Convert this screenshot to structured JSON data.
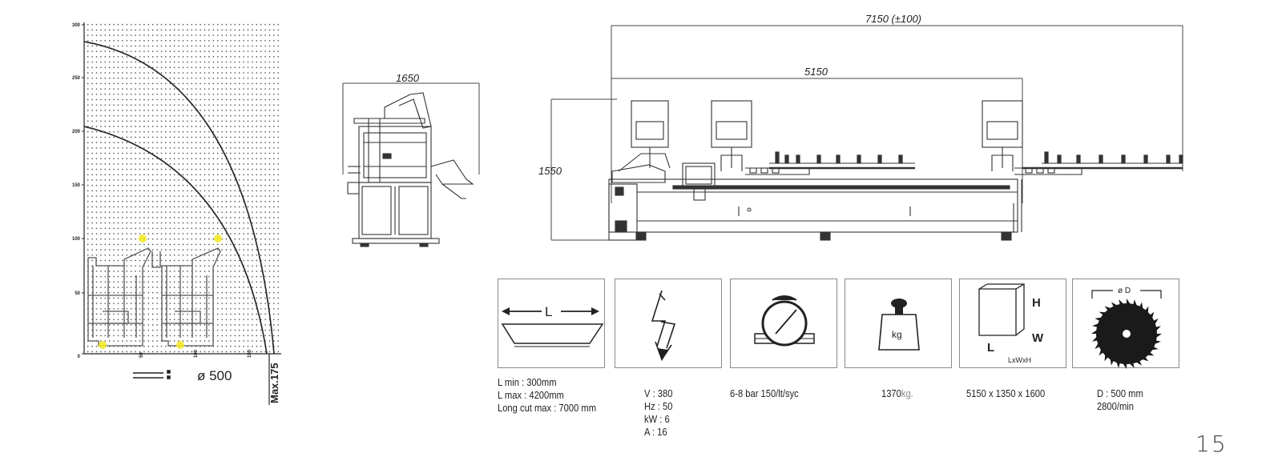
{
  "cutting_chart": {
    "y_ticks": [
      "300",
      "250",
      "200",
      "150",
      "100",
      "50",
      "0"
    ],
    "x_ticks": [
      "50",
      "100",
      "150"
    ],
    "blade_diameter": "ø 500",
    "max_label": "Max.175"
  },
  "views": {
    "front_width": "1650",
    "total_length": "7150 (±100)",
    "inner_length": "5150",
    "height": "1550"
  },
  "specs": {
    "length": {
      "icon_label": "L",
      "lines": [
        "L min  :  300mm",
        "L max  :  4200mm",
        "Long cut max : 7000 mm"
      ]
    },
    "electric": {
      "lines": [
        "V    :  380",
        "Hz   :  50",
        "kW  :  6",
        "A    :  16"
      ]
    },
    "air": {
      "lines": [
        "6-8 bar   150/lt/syc"
      ]
    },
    "weight": {
      "icon_label": "kg",
      "value": "1370",
      "unit": "kg."
    },
    "dimensions": {
      "icon_h": "H",
      "icon_w": "W",
      "icon_l": "L",
      "icon_caption": "LxWxH",
      "lines": [
        "5150 x 1350 x 1600"
      ]
    },
    "blade": {
      "icon_label": "ø D",
      "lines": [
        "D : 500 mm",
        "2800/min"
      ]
    }
  },
  "page_number": "15"
}
